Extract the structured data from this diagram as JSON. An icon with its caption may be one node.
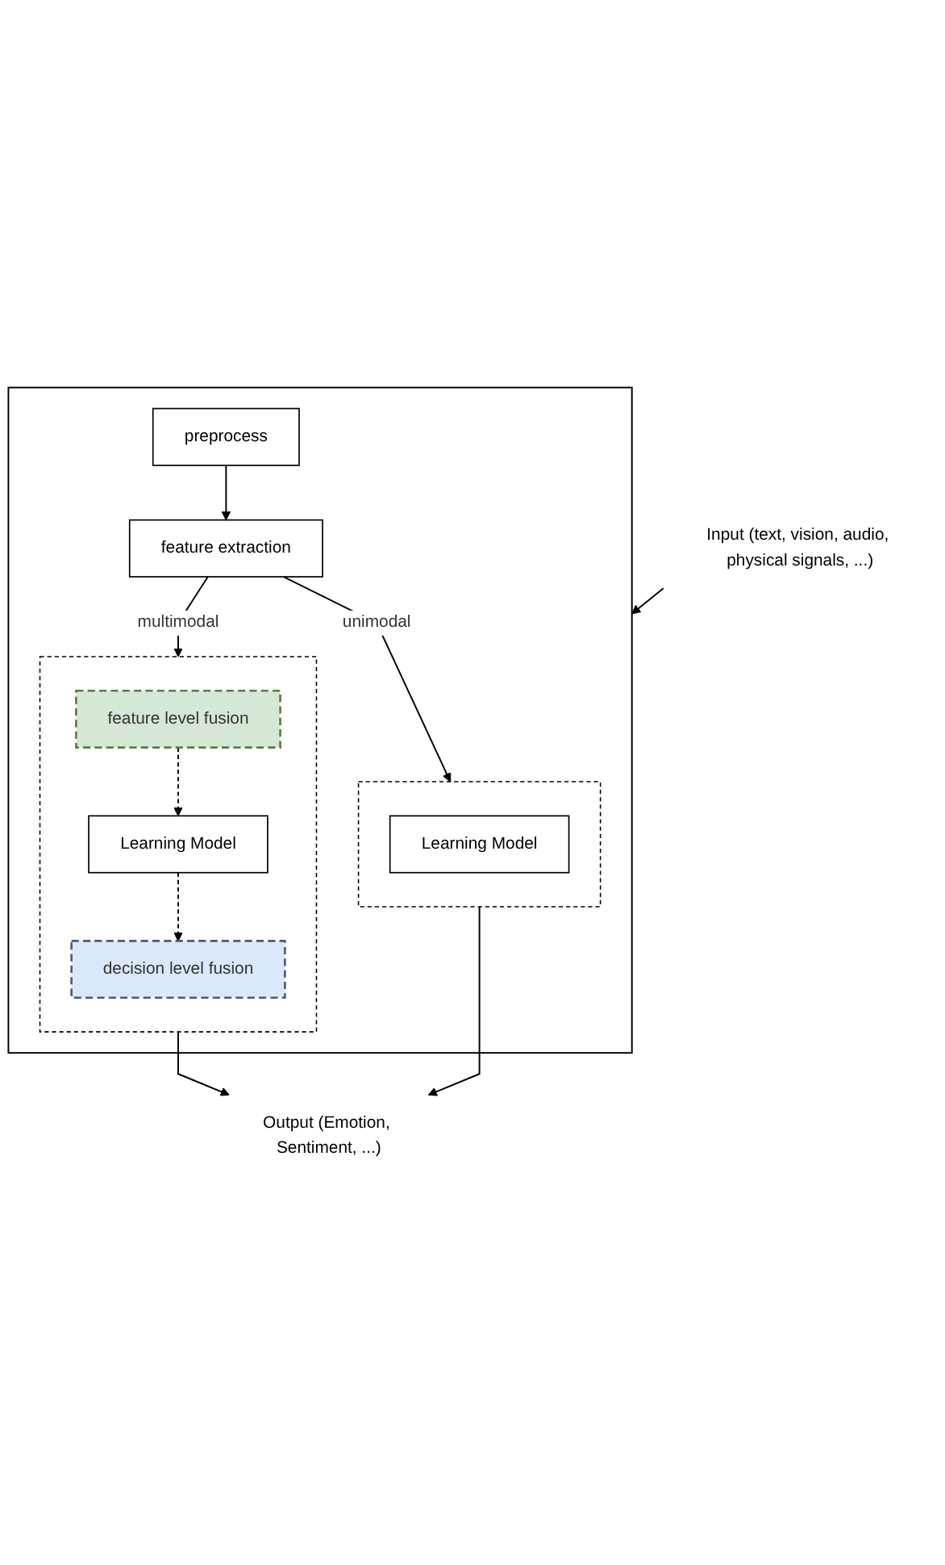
{
  "diagram": {
    "nodes": [
      {
        "text": [
          "Input (text, vision, audio, physical signals, ...)"
        ]
      },
      {
        "text": [],
        "shape": "box"
      },
      {
        "text": [
          "preprocess"
        ],
        "in": 1
      },
      {
        "text": [
          "feature extraction"
        ],
        "in": 1
      },
      {
        "text": [],
        "shape": "box",
        "in": 1
      },
      {
        "text": [
          "feature level fusion"
        ],
        "in": 4
      },
      {
        "text": [
          "Learning Model"
        ],
        "in": 4
      },
      {
        "text": [
          "decision level fusion"
        ],
        "in": 4
      },
      {
        "text": [],
        "shape": "box",
        "in": 1
      },
      {
        "text": [
          "Learning Model"
        ],
        "in": 8
      },
      {
        "text": [
          "Output (Emotion, Sentiment, ...)"
        ]
      }
    ],
    "edges": [
      {
        "from": 0,
        "to": 1,
        "arrow": "to"
      },
      {
        "from": 2,
        "to": 3,
        "arrow": "to"
      },
      {
        "from": 3,
        "to": 4,
        "arrow": "to",
        "label": "multimodal"
      },
      {
        "from": 3,
        "to": 8,
        "arrow": "to",
        "label": "unimodal"
      },
      {
        "from": 5,
        "to": 6,
        "arrow": "to",
        "style": "dashed"
      },
      {
        "from": 6,
        "to": 7,
        "arrow": "to",
        "style": "dashed"
      },
      {
        "from": 4,
        "to": 10,
        "arrow": "to"
      },
      {
        "from": 8,
        "to": 10,
        "arrow": "to"
      }
    ]
  }
}
